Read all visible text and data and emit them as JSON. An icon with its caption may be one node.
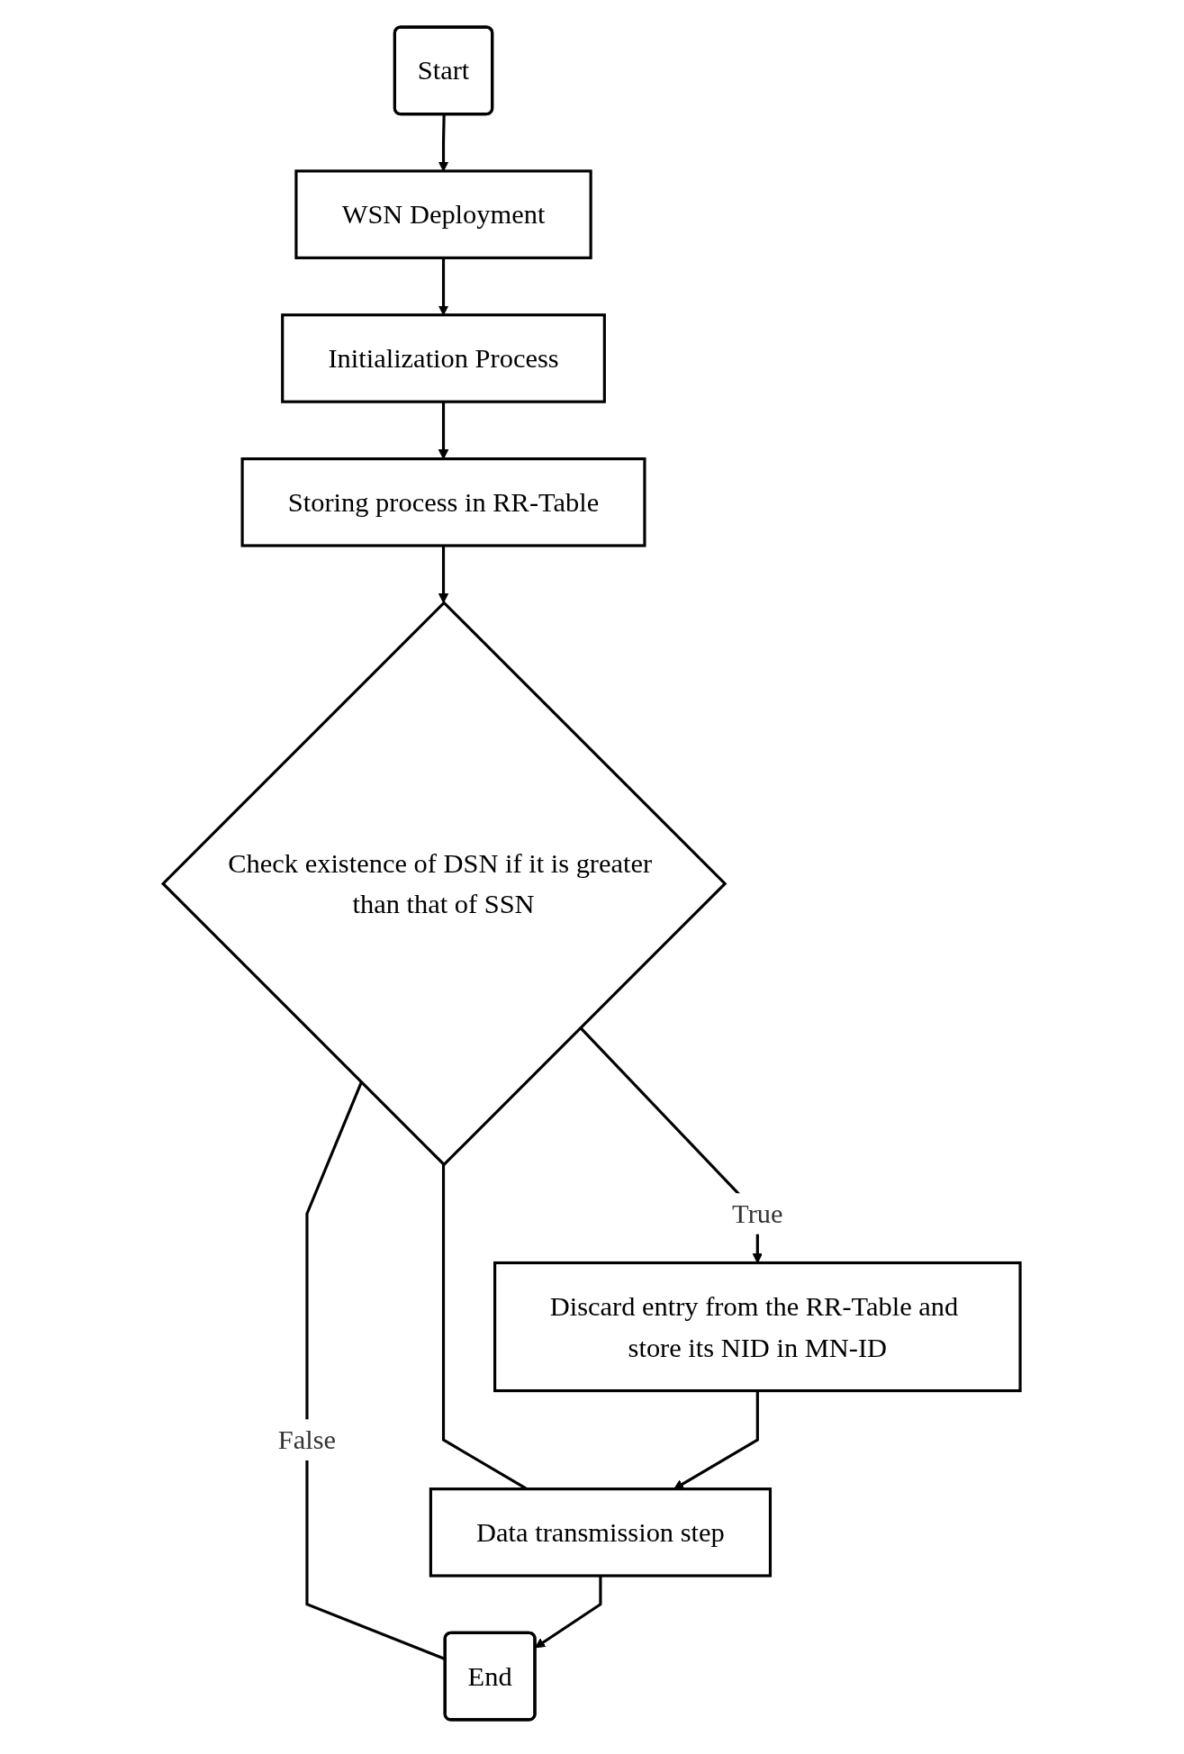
{
  "diagram": {
    "nodes": [
      {
        "text": [
          "Start"
        ]
      },
      {
        "text": [
          "WSN Deployment"
        ]
      },
      {
        "text": [
          "Initialization Process"
        ]
      },
      {
        "text": [
          "Storing process in RR-Table"
        ]
      },
      {
        "text": [
          "Check existence of DSN if it is greater than that of SSN"
        ]
      },
      {
        "text": [
          "Discard entry from the RR-Table and store its NID in MN-ID"
        ]
      },
      {
        "text": [
          "Data transmission step"
        ]
      },
      {
        "text": [
          "End"
        ]
      }
    ],
    "edges": [
      {
        "from": 0,
        "to": 1,
        "arrow": "to"
      },
      {
        "from": 1,
        "to": 2,
        "arrow": "to"
      },
      {
        "from": 2,
        "to": 3,
        "arrow": "to"
      },
      {
        "from": 3,
        "to": 4,
        "arrow": "to"
      },
      {
        "from": 4,
        "to": 7,
        "arrow": "none",
        "label": "False"
      },
      {
        "from": 4,
        "to": 5,
        "arrow": "to",
        "label": "True"
      },
      {
        "from": 4,
        "to": 6,
        "arrow": "none"
      },
      {
        "from": 5,
        "to": 6,
        "arrow": "to"
      },
      {
        "from": 6,
        "to": 7,
        "arrow": "to"
      }
    ]
  }
}
